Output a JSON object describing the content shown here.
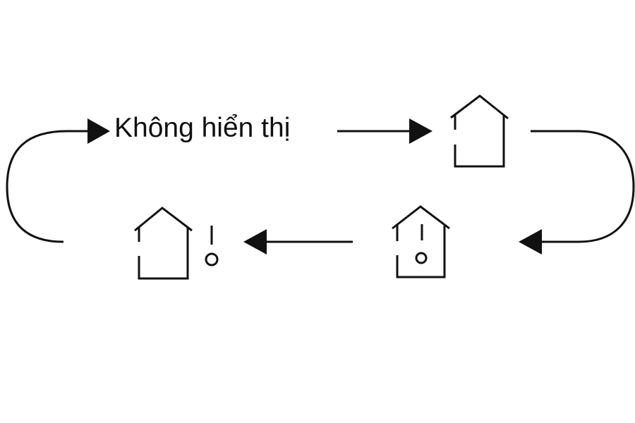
{
  "diagram": {
    "label": "Không hiển thị",
    "stroke_color": "#111111",
    "states": [
      {
        "name": "hidden",
        "icon": "text-label"
      },
      {
        "name": "house-open",
        "icon": "house-icon"
      },
      {
        "name": "house-with-switch-inside",
        "icon": "house-switch-inside-icon"
      },
      {
        "name": "house-with-switch-outside",
        "icon": "house-switch-outside-icon"
      }
    ]
  }
}
